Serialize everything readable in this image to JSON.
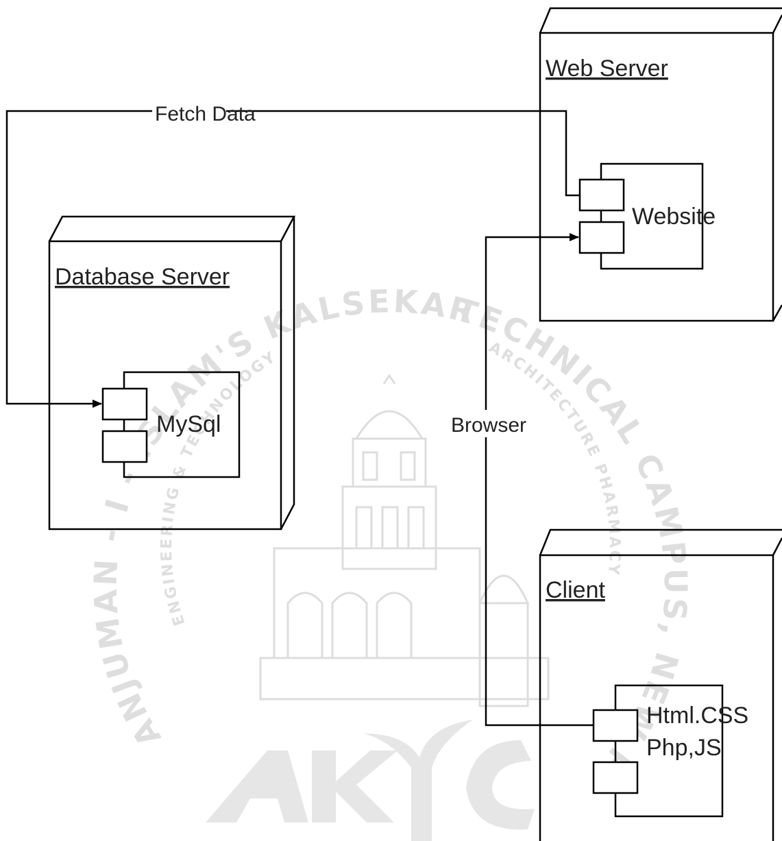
{
  "nodes": {
    "database_server": {
      "title": "Database Server"
    },
    "web_server": {
      "title": "Web Server"
    },
    "client": {
      "title": "Client"
    }
  },
  "components": {
    "mysql": {
      "label": "MySql"
    },
    "website": {
      "label": "Website"
    },
    "client_app": {
      "line1": "Html.CSS",
      "line2": "Php,JS"
    }
  },
  "edges": {
    "fetch_data": {
      "label": "Fetch Data"
    },
    "browser": {
      "label": "Browser"
    }
  },
  "watermark": {
    "arc_text_left": "ANJUMAN - I - ISLAM'S KALSEKAR",
    "arc_text_right": "TECHNICAL CAMPUS, NEW PANVEL",
    "inner_text_left": "ENGINEERING & TECHNOLOGY",
    "inner_text_right": "ARCHITECTURE PHARMACY",
    "logo_letters": "AKTC"
  }
}
